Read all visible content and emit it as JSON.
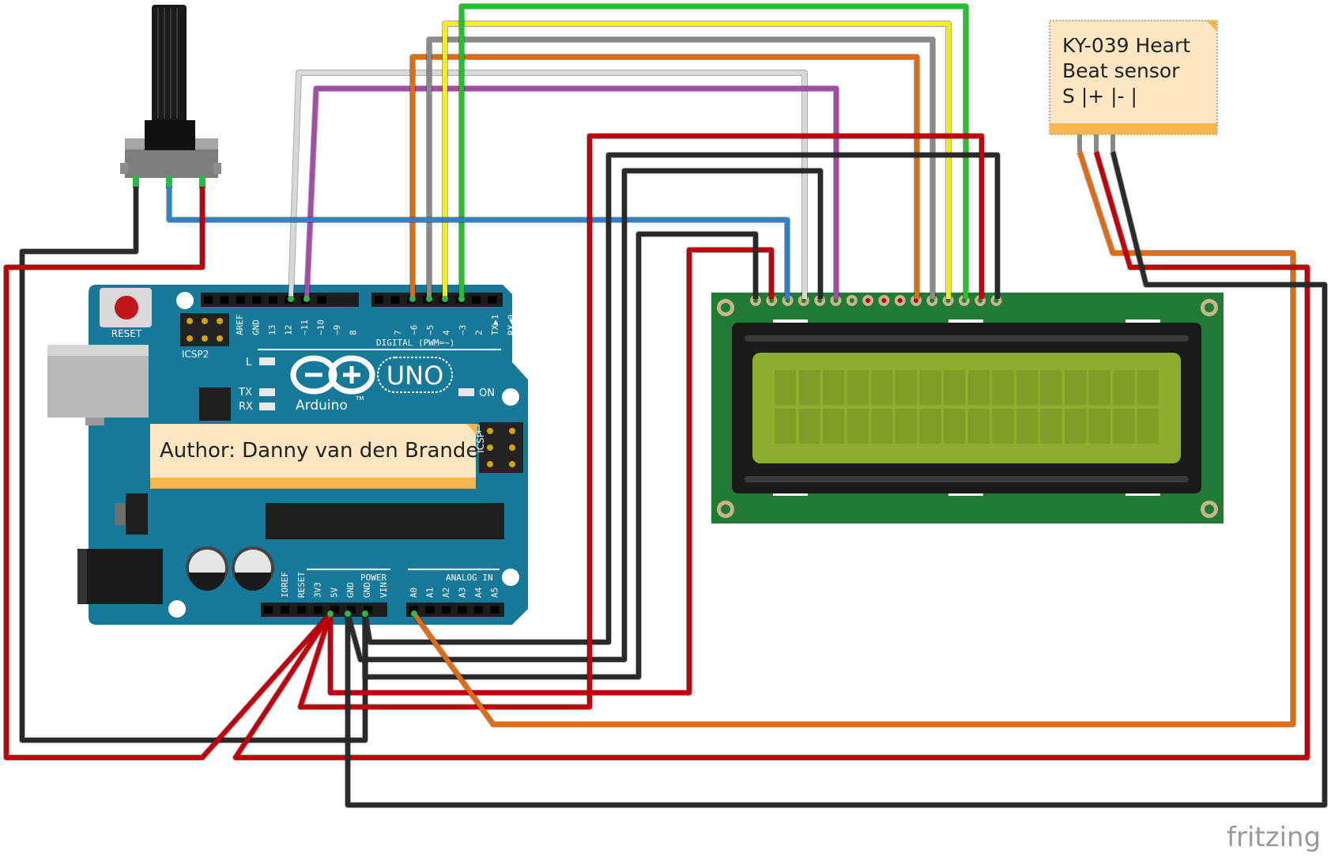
{
  "arduino": {
    "reset_label": "RESET",
    "icsp2_label": "ICSP2",
    "icsp_label": "ICSP",
    "icsp_pin1": "1",
    "digital_label": "DIGITAL (PWM=~)",
    "digital_pins_left": [
      "AREF",
      "GND",
      "13",
      "12",
      "~11",
      "~10",
      "~9",
      "8"
    ],
    "digital_pins_right": [
      "7",
      "~6",
      "~5",
      "4",
      "~3",
      "2",
      "TX▶1",
      "RX◀0"
    ],
    "led_l": "L",
    "led_tx": "TX",
    "led_rx": "RX",
    "led_on": "ON",
    "brand_uno": "UNO",
    "brand_arduino": "Arduino",
    "brand_tm": "TM",
    "power_label": "POWER",
    "power_pins": [
      "IOREF",
      "RESET",
      "3V3",
      "5V",
      "GND",
      "GND",
      "VIN"
    ],
    "analog_label": "ANALOG IN",
    "analog_pins": [
      "A0",
      "A1",
      "A2",
      "A3",
      "A4",
      "A5"
    ]
  },
  "notes": {
    "author": "Author: Danny van den Brande",
    "sensor_lines": [
      "KY-039 Heart",
      "Beat sensor",
      "S |+ |- |"
    ]
  },
  "watermark": "fritzing",
  "colors": {
    "board": "#17799a",
    "lcd_pcb": "#217a35",
    "lcd_screen": "#8fad2c",
    "note": "#fde6c2",
    "note_band": "#f9b54d",
    "red": "#c2000b",
    "black": "#2a2a2a",
    "blue": "#2f7fd1",
    "white": "#d8d8d8",
    "purple": "#a44ca8",
    "orange": "#e06c12",
    "grey": "#8a8a8a",
    "yellow": "#f4ec1d",
    "green": "#22c02a"
  }
}
